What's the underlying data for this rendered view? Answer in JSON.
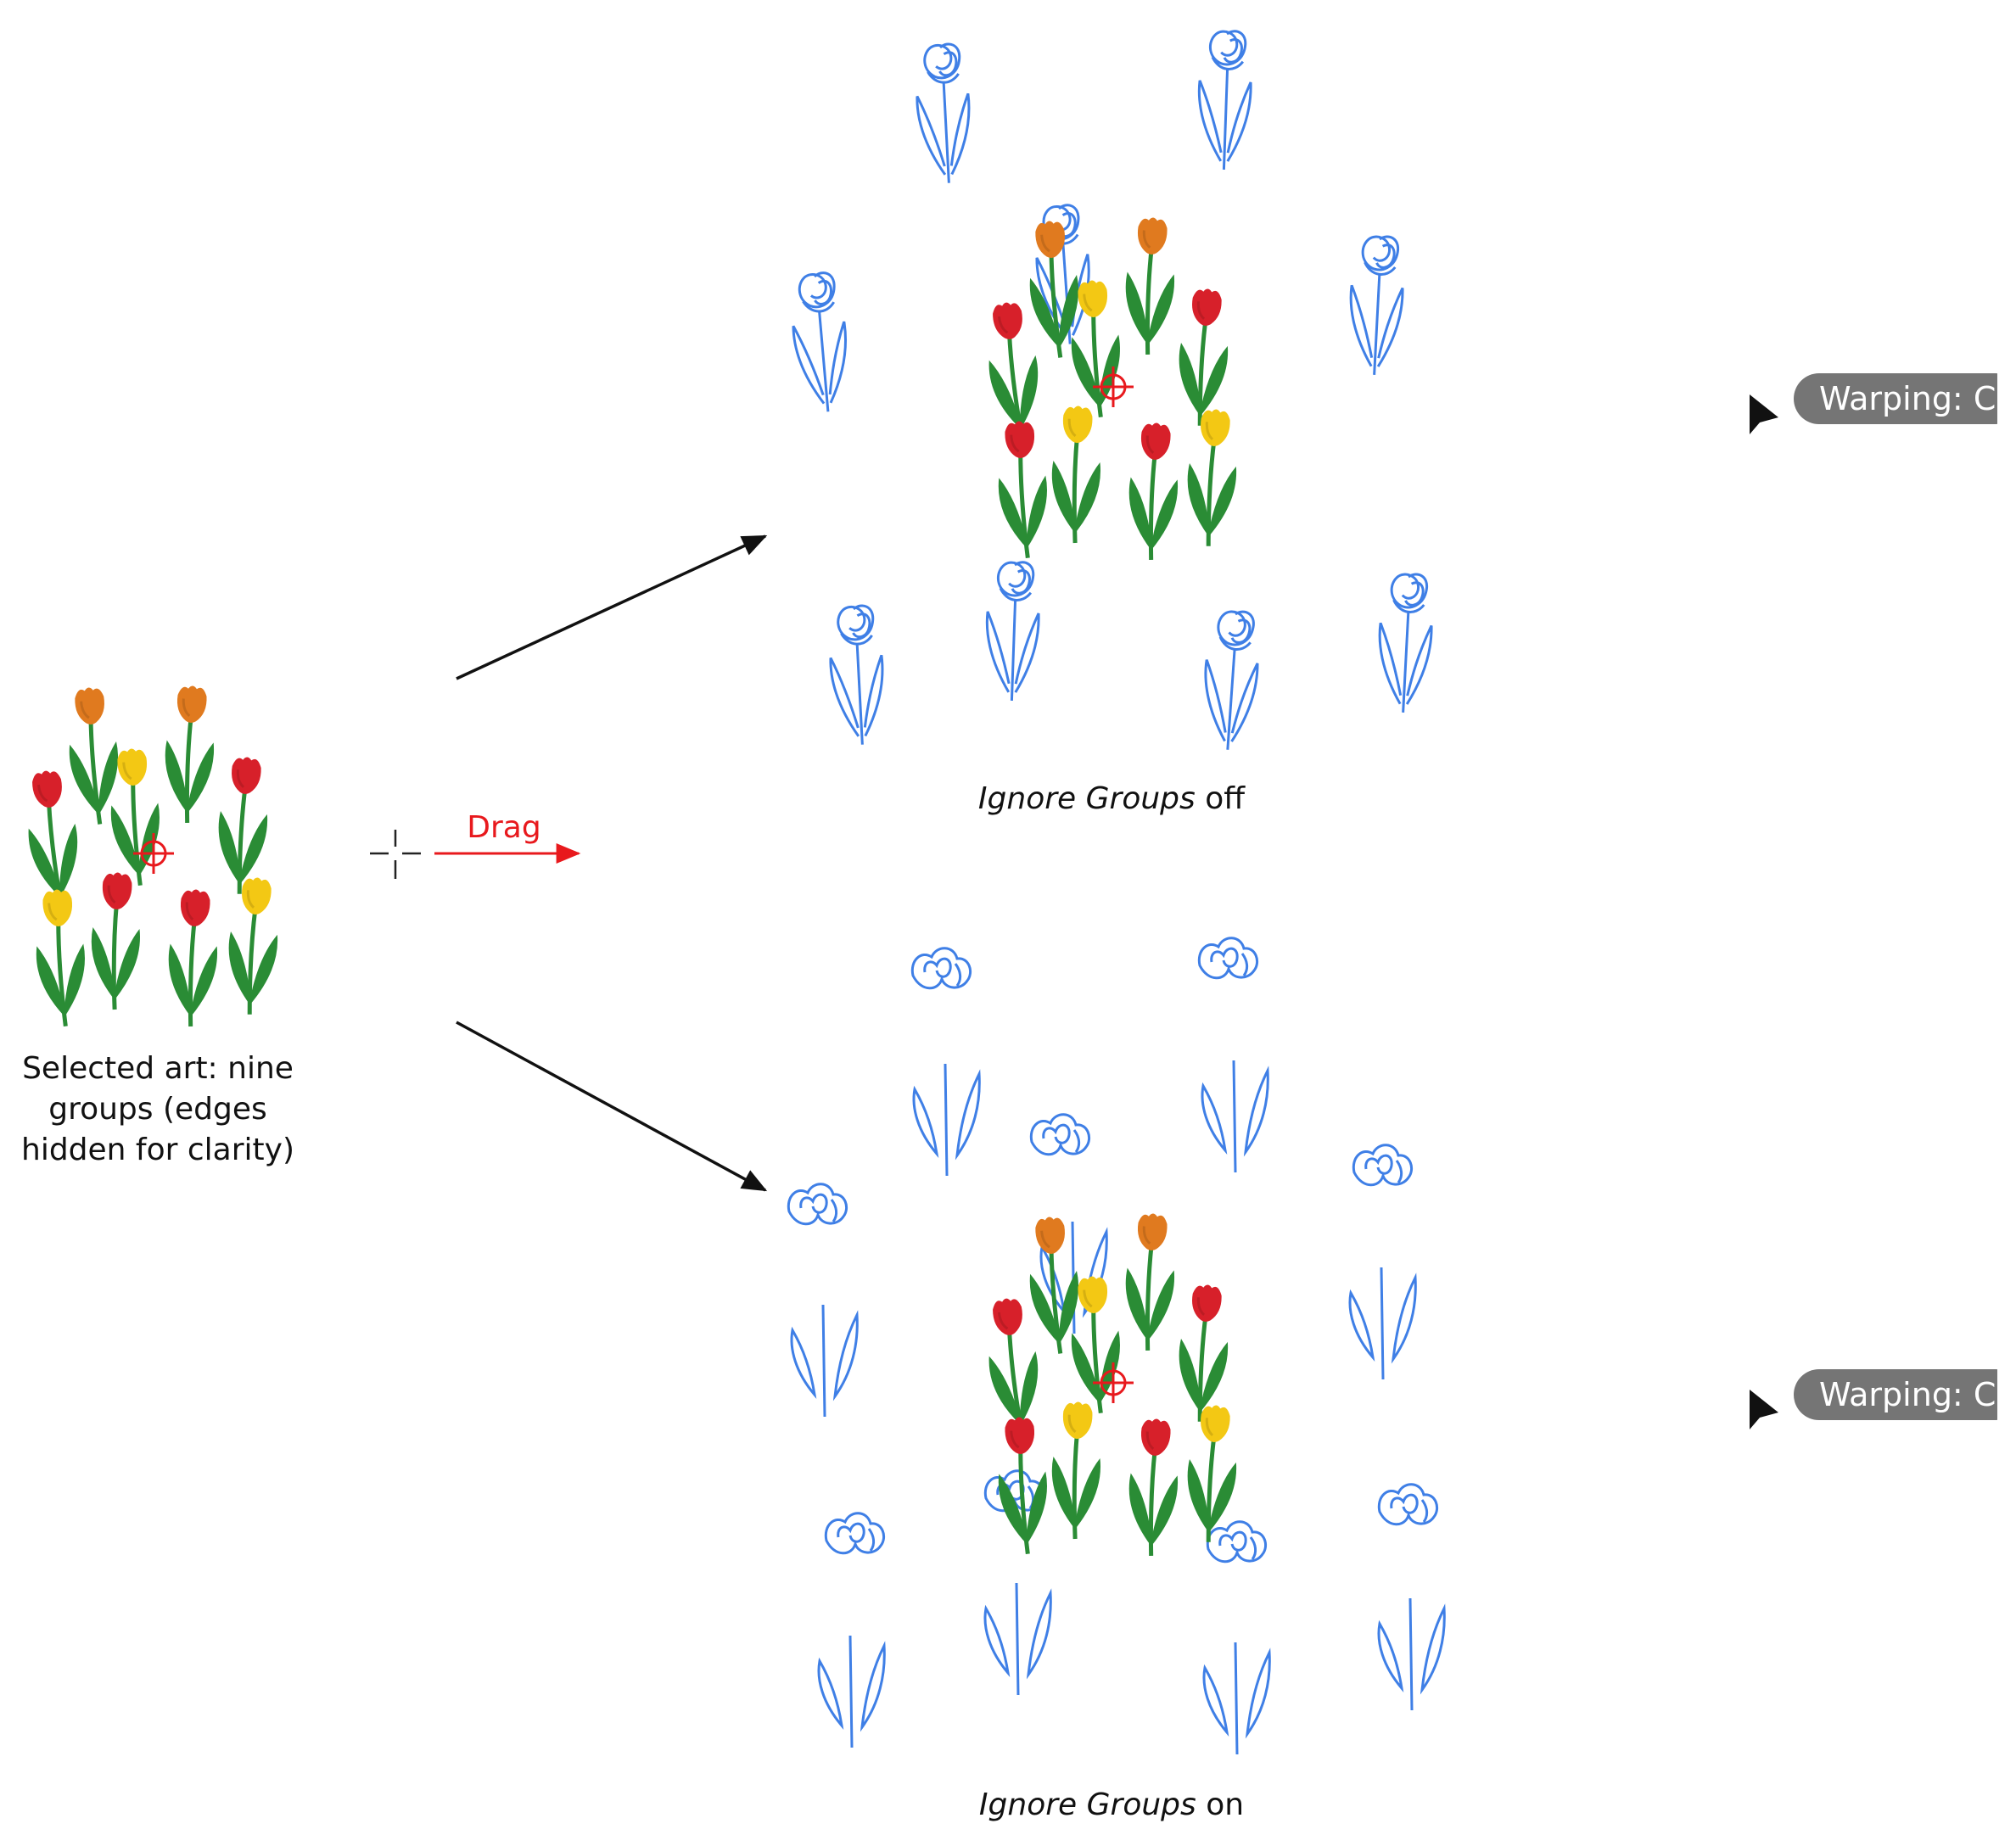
{
  "source": {
    "caption_lines": [
      "Selected art: nine",
      "groups (edges",
      "hidden for clarity)"
    ]
  },
  "drag": {
    "label": "Drag",
    "accent_color": "#e8191d"
  },
  "results": [
    {
      "caption_italic": "Ignore Groups",
      "caption_plain": " off"
    },
    {
      "caption_italic": "Ignore Groups",
      "caption_plain": " on"
    }
  ],
  "status_badges": [
    {
      "label": "Warping: C"
    },
    {
      "label": "Warping: C"
    }
  ],
  "colors": {
    "tulip_red": "#d7202a",
    "tulip_yellow": "#f3c814",
    "tulip_orange": "#e07a1f",
    "stem_green": "#2a8c35",
    "ghost_blue": "#3f7fe6",
    "arrow_black": "#111111",
    "badge_gray": "#757575"
  },
  "icons": [
    "crosshair-icon",
    "origin-target-icon",
    "cursor-arrow-icon"
  ]
}
